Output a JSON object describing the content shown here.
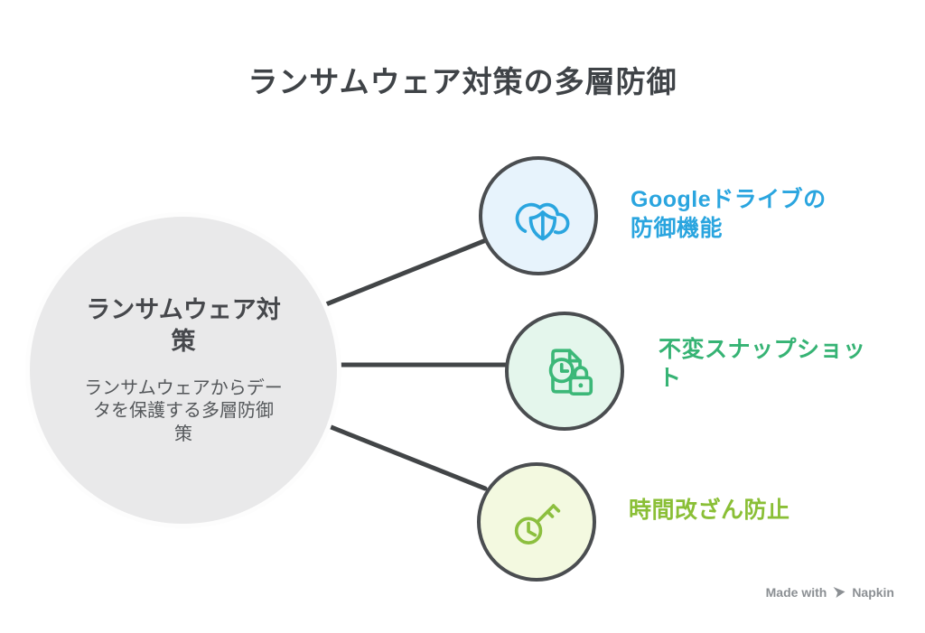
{
  "title": "ランサムウェア対策の多層防御",
  "hub": {
    "title_lines": [
      "ランサムウェア対",
      "策"
    ],
    "description_lines": [
      "ランサムウェアからデー",
      "タを保護する多層防御",
      "策"
    ]
  },
  "nodes": [
    {
      "id": "google-drive-defense",
      "label_lines": [
        "Googleドライブの",
        "防御機能"
      ],
      "icon": "cloud-shield-icon",
      "accent_color": "#2aa5df",
      "fill_color": "#e7f3fc"
    },
    {
      "id": "immutable-snapshot",
      "label_lines": [
        "不変スナップショッ",
        "ト"
      ],
      "icon": "document-clock-lock-icon",
      "accent_color": "#36b374",
      "fill_color": "#e4f6ec"
    },
    {
      "id": "time-tamper-prevention",
      "label_lines": [
        "時間改ざん防止"
      ],
      "icon": "clock-key-icon",
      "accent_color": "#8abf36",
      "fill_color": "#f3f9e0"
    }
  ],
  "connector_color": "#424547",
  "hub_fill_color": "#e9e9ea",
  "watermark": {
    "made_with": "Made with",
    "brand": "Napkin"
  }
}
